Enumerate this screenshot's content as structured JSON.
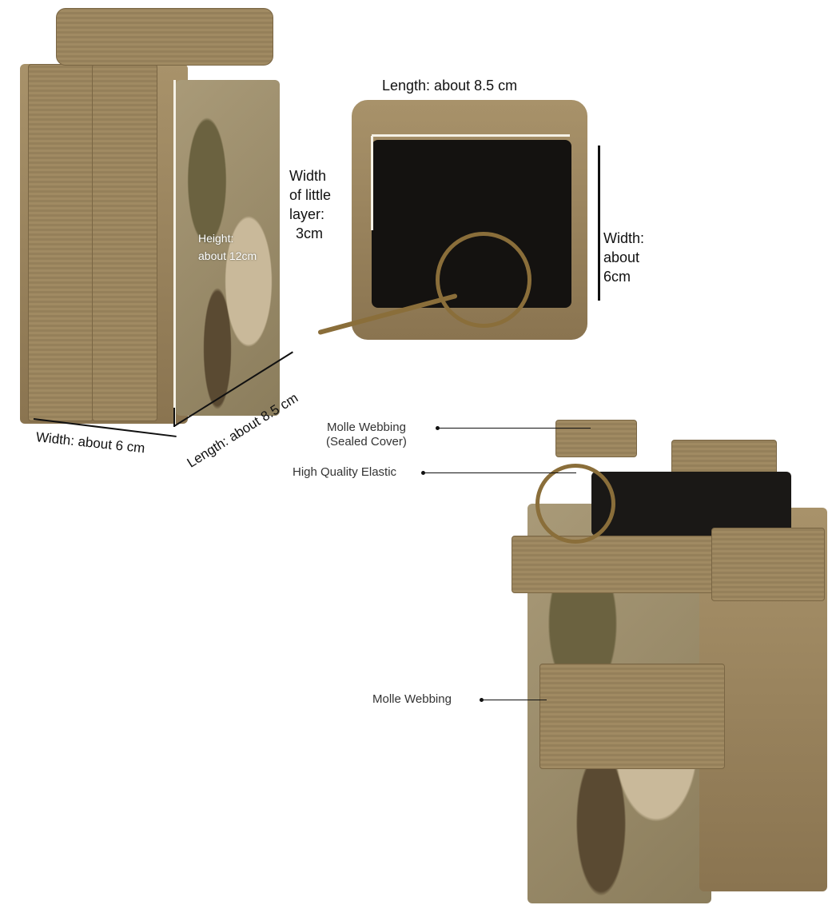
{
  "image": {
    "description": "Product dimension diagram of a tactical MOLLE magazine pouch in coyote/multicam",
    "colors": {
      "coyote": "#a08a62",
      "dark_coyote": "#7a6644",
      "camo_light": "#c9b99a",
      "background": "#ffffff",
      "text": "#111111"
    }
  },
  "left_view": {
    "height_label": "Height:",
    "height_value": "about 12cm",
    "width_label": "Width: about 6 cm",
    "length_label": "Length: about 8.5 cm"
  },
  "top_view": {
    "length_label": "Length: about 8.5 cm",
    "little_layer_label": [
      "Width",
      "of little",
      "layer:",
      "3cm"
    ],
    "width_label": [
      "Width:",
      "about",
      "6cm"
    ]
  },
  "callouts": {
    "molle_sealed": [
      "Molle Webbing",
      "(Sealed Cover)"
    ],
    "elastic": "High Quality Elastic",
    "molle": "Molle Webbing"
  }
}
